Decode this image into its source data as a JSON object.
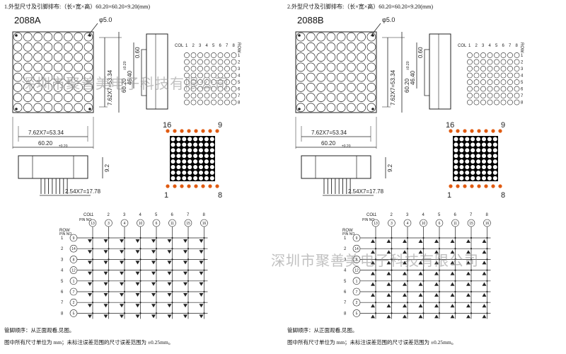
{
  "panels": [
    {
      "title": "1.外型尺寸及引脚排布:（长×宽×高）60.20×60.20×9.20(mm)",
      "model": "2088A",
      "diameter": "φ5.0",
      "height_dim": "7.62X7=53.34",
      "height_total": "60.20",
      "tolerance": "±0.20",
      "side_dim": "46.40",
      "pitch_small": "0.60",
      "width_dim": "7.62X7=53.34",
      "width_total": "60.20",
      "thickness": "9.2",
      "pin_span": "2.54X7=17.78",
      "grid_col_label": "COL",
      "grid_row_label": "ROW",
      "corner_labels": [
        "16",
        "9",
        "1",
        "8"
      ],
      "schem_col_label": "COL",
      "schem_pin_label": "PIN NO",
      "schem_row_label": "ROW",
      "note1": "管脚顺序：从正面观看,见图。",
      "note2": "图中所有尺寸单位为 mm；未标注误差范围的尺寸误差范围为 ±0.25mm。"
    },
    {
      "title": "2.外型尺寸及引脚排布:（长×宽×高）60.20×60.20×9.20(mm)",
      "model": "2088B",
      "diameter": "φ5.0",
      "height_dim": "7.62X7=53.34",
      "height_total": "60.20",
      "tolerance": "±0.20",
      "side_dim": "46.40",
      "pitch_small": "0.60",
      "width_dim": "7.62X7=53.34",
      "width_total": "60.20",
      "thickness": "9.2",
      "pin_span": "2.54X7=17.78",
      "grid_col_label": "COL",
      "grid_row_label": "ROW",
      "corner_labels": [
        "16",
        "9",
        "1",
        "8"
      ],
      "schem_col_label": "COL",
      "schem_pin_label": "PIN NO",
      "schem_row_label": "ROW",
      "note1": "管脚顺序：从正面观看,见图。",
      "note2": "图中所有尺寸单位为 mm；未标注误差范围的尺寸误差范围为 ±0.25mm。"
    }
  ],
  "col_numbers": [
    "1",
    "2",
    "3",
    "4",
    "5",
    "6",
    "7",
    "8"
  ],
  "row_numbers": [
    "1",
    "2",
    "3",
    "4",
    "5",
    "6",
    "7",
    "8"
  ],
  "col_pins": [
    "13",
    "3",
    "4",
    "10",
    "6",
    "11",
    "15",
    "16"
  ],
  "row_pins": [
    "9",
    "14",
    "8",
    "12",
    "1",
    "7",
    "2",
    "5"
  ],
  "watermark": "深圳市聚善美电子科技有限公司",
  "colors": {
    "line": "#222222",
    "led_dot": "#e05a10",
    "matrix_bg": "#000000",
    "watermark": "#8c8c8c"
  }
}
